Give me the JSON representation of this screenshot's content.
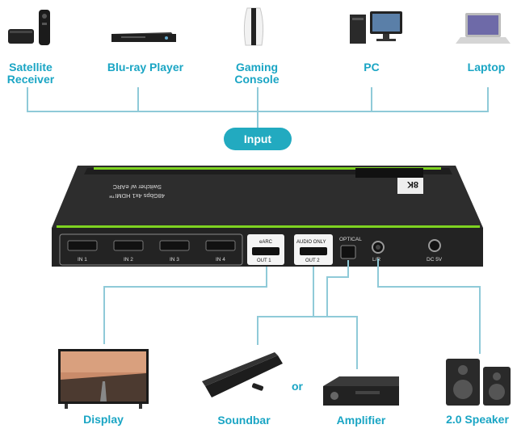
{
  "inputs": [
    {
      "name": "Satellite Receiver",
      "line1": "Satellite",
      "line2": "Receiver"
    },
    {
      "name": "Blu-ray Player",
      "line1": "Blu-ray Player"
    },
    {
      "name": "Gaming Console",
      "line1": "Gaming",
      "line2": "Console"
    },
    {
      "name": "PC",
      "line1": "PC"
    },
    {
      "name": "Laptop",
      "line1": "Laptop"
    }
  ],
  "input_label": "Input",
  "device": {
    "model": "48Gbps 4x1 HDMI™",
    "model2": "Switcher w/ eARC",
    "ports": [
      "IN 1",
      "IN 2",
      "IN 3",
      "IN 4"
    ],
    "earc": "eARC",
    "out1": "OUT 1",
    "audio_only": "AUDIO ONLY",
    "out2": "OUT 2",
    "optical": "OPTICAL",
    "lr": "L/R",
    "dc": "DC 5V",
    "badge": "8K"
  },
  "outputs": [
    {
      "name": "Display"
    },
    {
      "name": "Soundbar"
    },
    {
      "name": "Amplifier"
    },
    {
      "name": "2.0 Speaker"
    }
  ],
  "or_label": "or",
  "colors": {
    "accent": "#1aa5c4",
    "wire": "#8fcad8",
    "pill": "#22aac0",
    "green": "#7ed321"
  }
}
